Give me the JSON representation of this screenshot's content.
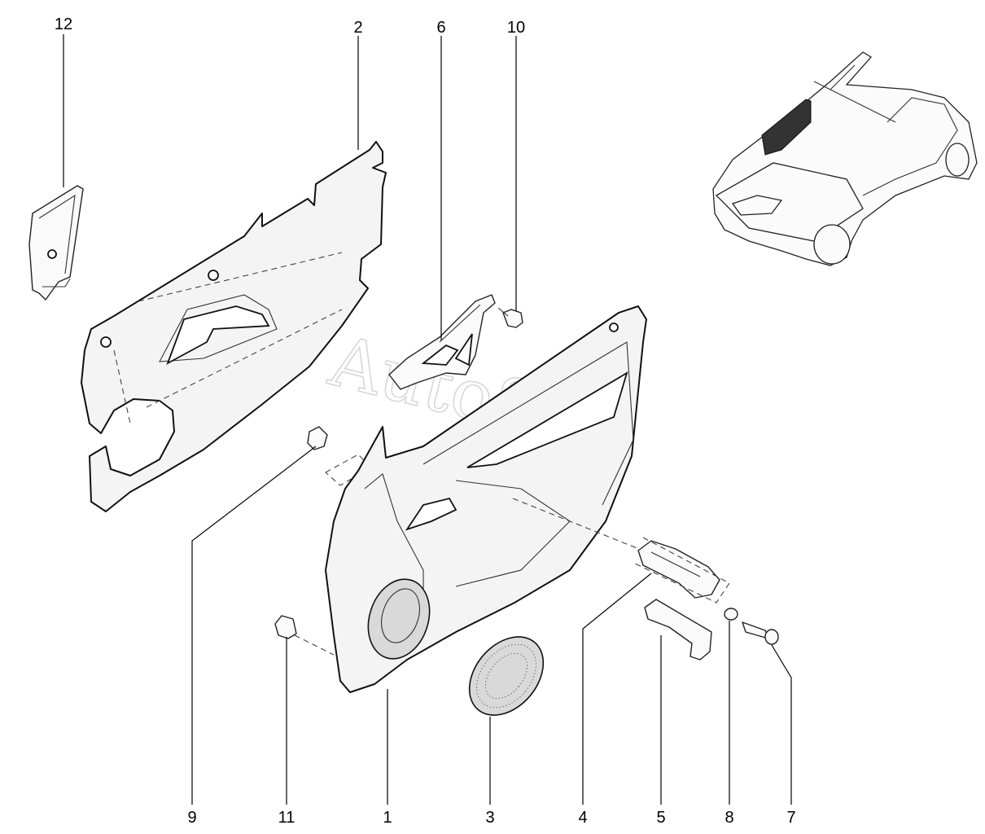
{
  "watermark": "AutoSoft",
  "callouts": [
    {
      "id": "12",
      "text": "12"
    },
    {
      "id": "2",
      "text": "2"
    },
    {
      "id": "6",
      "text": "6"
    },
    {
      "id": "10",
      "text": "10"
    },
    {
      "id": "9",
      "text": "9"
    },
    {
      "id": "11",
      "text": "11"
    },
    {
      "id": "1",
      "text": "1"
    },
    {
      "id": "3",
      "text": "3"
    },
    {
      "id": "4",
      "text": "4"
    },
    {
      "id": "5",
      "text": "5"
    },
    {
      "id": "8",
      "text": "8"
    },
    {
      "id": "7",
      "text": "7"
    }
  ]
}
